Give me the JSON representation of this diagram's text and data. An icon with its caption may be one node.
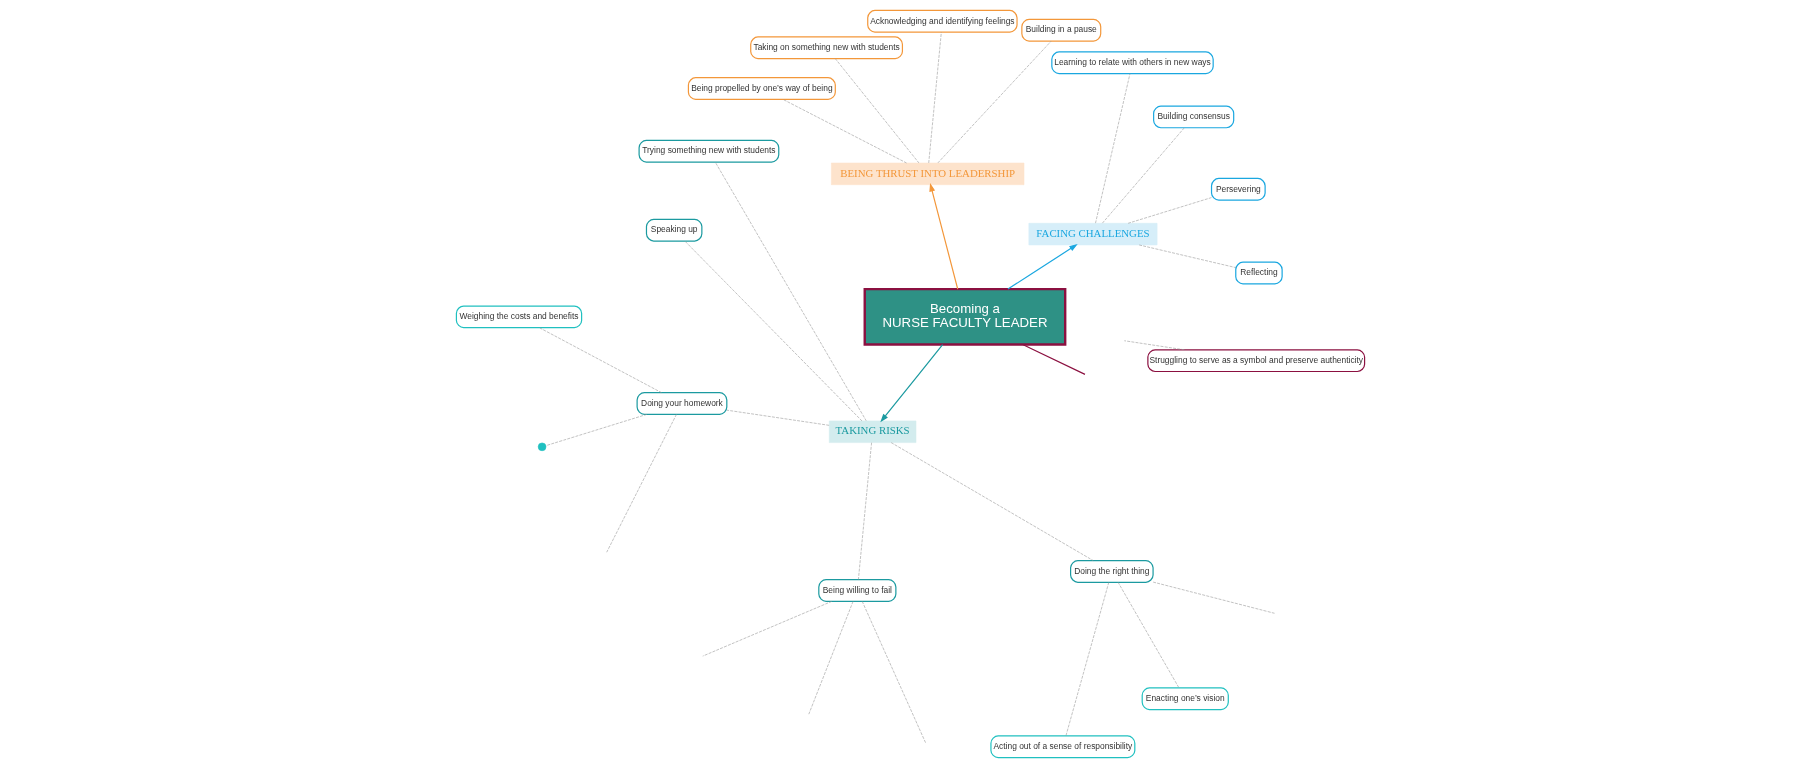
{
  "diagram": {
    "nodes": [
      {
        "text": [
          "Becoming a",
          "NURSE FACULTY LEADER"
        ]
      },
      {
        "text": [
          "FACING CHALLENGES"
        ]
      },
      {
        "text": [
          "Reflecting"
        ]
      },
      {
        "text": [
          "Persevering"
        ]
      },
      {
        "text": [
          "Building consensus"
        ]
      },
      {
        "text": [
          "Learning to relate with others in new ways"
        ]
      },
      {
        "text": [
          "BEING THRUST INTO LEADERSHIP"
        ]
      },
      {
        "text": [
          "Building in a pause"
        ]
      },
      {
        "text": [
          "Acknowledging and identifying feelings"
        ]
      },
      {
        "text": [
          "Taking on something new with students"
        ]
      },
      {
        "text": [
          "Being propelled by one’s way of being"
        ]
      },
      {
        "text": [
          "TAKING RISKS"
        ]
      },
      {
        "text": [
          "Trying something new with students"
        ]
      },
      {
        "text": [
          "Speaking up"
        ]
      },
      {
        "text": [
          "Doing your homework"
        ]
      },
      {
        "text": [
          "Being willing to fail"
        ]
      },
      {
        "text": [
          "Doing the right thing"
        ]
      },
      {
        "text": [
          "Acting out of a sense of responsibility"
        ]
      },
      {
        "text": [
          "Enacting one’s vision"
        ]
      },
      {
        "text": [
          "Weighing the costs and benefits"
        ]
      },
      {
        "text": [],
        "shape": "circle"
      },
      {
        "text": [
          "Struggling to serve as a symbol and preserve authenticity"
        ]
      }
    ],
    "edges": [
      {
        "from": 0,
        "to": 1,
        "arrow": "to",
        "color": "#1aa7e0"
      },
      {
        "from": 0,
        "to": 6,
        "arrow": "to",
        "color": "#f3973a"
      },
      {
        "from": 0,
        "to": 11,
        "arrow": "to",
        "color": "#1b9aa0"
      },
      {
        "from": 0,
        "to": null,
        "arrow": "none",
        "color": "#8b1040"
      },
      {
        "from": 1,
        "to": 2,
        "arrow": "none",
        "style": "dashed"
      },
      {
        "from": 1,
        "to": 3,
        "arrow": "none",
        "style": "dashed"
      },
      {
        "from": 1,
        "to": 4,
        "arrow": "none",
        "style": "dashed"
      },
      {
        "from": 1,
        "to": 5,
        "arrow": "none",
        "style": "dashed"
      },
      {
        "from": 6,
        "to": 7,
        "arrow": "none",
        "style": "dashed"
      },
      {
        "from": 6,
        "to": 8,
        "arrow": "none",
        "style": "dashed"
      },
      {
        "from": 6,
        "to": 9,
        "arrow": "none",
        "style": "dashed"
      },
      {
        "from": 6,
        "to": 10,
        "arrow": "none",
        "style": "dashed"
      },
      {
        "from": 11,
        "to": 12,
        "arrow": "none",
        "style": "dashed"
      },
      {
        "from": 11,
        "to": 13,
        "arrow": "none",
        "style": "dashed"
      },
      {
        "from": 11,
        "to": 14,
        "arrow": "none",
        "style": "dashed"
      },
      {
        "from": 11,
        "to": 15,
        "arrow": "none",
        "style": "dashed"
      },
      {
        "from": 11,
        "to": 16,
        "arrow": "none",
        "style": "dashed"
      },
      {
        "from": 16,
        "to": 17,
        "arrow": "none",
        "style": "dashed"
      },
      {
        "from": 16,
        "to": 18,
        "arrow": "none",
        "style": "dashed"
      },
      {
        "from": 16,
        "to": null,
        "arrow": "none",
        "style": "dashed"
      },
      {
        "from": 15,
        "to": null,
        "arrow": "none",
        "style": "dashed"
      },
      {
        "from": 15,
        "to": null,
        "arrow": "none",
        "style": "dashed"
      },
      {
        "from": 15,
        "to": null,
        "arrow": "none",
        "style": "dashed"
      },
      {
        "from": 14,
        "to": 19,
        "arrow": "none",
        "style": "dashed"
      },
      {
        "from": 14,
        "to": 20,
        "arrow": "none",
        "style": "dashed"
      },
      {
        "from": 14,
        "to": null,
        "arrow": "none",
        "style": "dashed"
      },
      {
        "from": 21,
        "to": null,
        "arrow": "none",
        "style": "dashed"
      }
    ]
  }
}
